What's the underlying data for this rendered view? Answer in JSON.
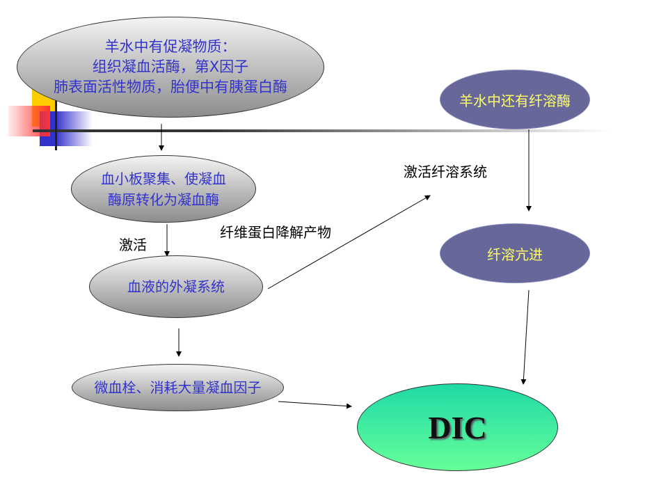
{
  "nodes": {
    "amniotic_procoagulants": [
      "羊水中有促凝物质：",
      "组织凝血活酶，第X因子",
      "肺表面活性物质，胎便中有胰蛋白酶"
    ],
    "platelet_aggregation": [
      "血小板聚集、使凝血",
      "酶原转化为凝血酶"
    ],
    "extrinsic_coagulation": "血液的外凝系统",
    "microthrombi": "微血栓、消耗大量凝血因子",
    "amniotic_fibrinolysin": "羊水中还有纤溶酶",
    "hyperfibrinolysis": "纤溶亢进",
    "dic": "DIC"
  },
  "labels": {
    "activate": "激活",
    "fdp": "纤维蛋白降解产物",
    "activate_fibrinolysis": "激活纤溶系统"
  },
  "colors": {
    "node_text": "#3333cc",
    "purple_node": "#67679a",
    "purple_text": "#ffff66"
  }
}
